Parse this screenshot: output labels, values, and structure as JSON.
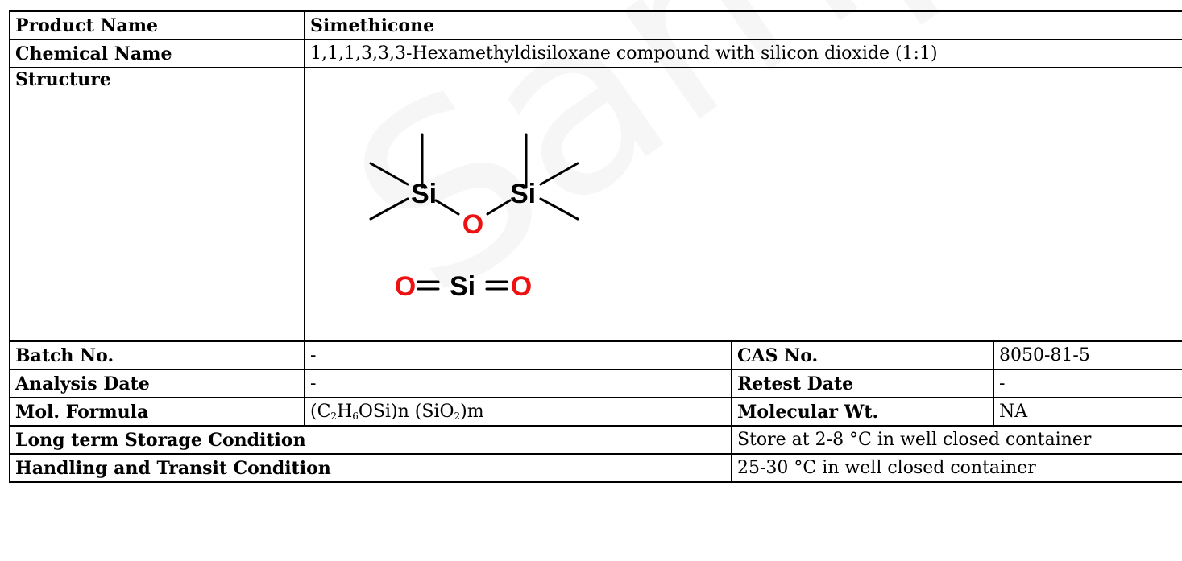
{
  "watermark": "Sample COA",
  "product": {
    "label": "Product Name",
    "value": "Simethicone"
  },
  "chemical": {
    "label": "Chemical Name",
    "value": "1,1,1,3,3,3-Hexamethyldisiloxane compound with silicon dioxide (1:1)"
  },
  "structure": {
    "label": "Structure",
    "atoms": {
      "si_left": "Si",
      "o_bridge": "O",
      "si_right": "Si",
      "o_left": "O",
      "si_center": "Si",
      "o_right": "O"
    },
    "colors": {
      "oxygen": "#ee1111",
      "silicon": "#000000"
    }
  },
  "batch": {
    "label": "Batch No.",
    "value": "-"
  },
  "cas": {
    "label": "CAS No.",
    "value": "8050-81-5"
  },
  "analysis": {
    "label": "Analysis Date",
    "value": "-"
  },
  "retest": {
    "label": "Retest Date",
    "value": "-"
  },
  "formula": {
    "label": "Mol. Formula",
    "parts": {
      "p1": "(C",
      "s1": "2",
      "p2": "H",
      "s2": "6",
      "p3": "OSi)n (SiO",
      "s3": "2",
      "p4": ")m"
    }
  },
  "molwt": {
    "label": "Molecular Wt.",
    "value": "NA"
  },
  "storage": {
    "label": "Long term Storage Condition",
    "value": "Store at 2-8 °C in well closed container"
  },
  "handling": {
    "label": "Handling and Transit Condition",
    "value": "25-30 °C in well closed container"
  }
}
